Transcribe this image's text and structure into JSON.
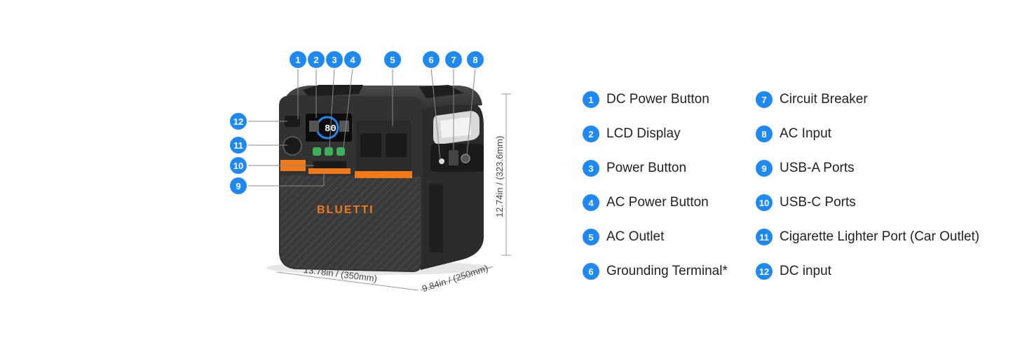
{
  "accent_color": "#1e88f5",
  "product_color": "#f07a1a",
  "product": {
    "logo_text": "BLUETTI",
    "lcd_value": "80"
  },
  "dimensions": {
    "width": "13.78in / (350mm)",
    "depth": "9.84in / (250mm)",
    "height": "12.74in / (323.6mm)"
  },
  "callouts": [
    "1",
    "2",
    "3",
    "4",
    "5",
    "6",
    "7",
    "8",
    "12",
    "11",
    "10",
    "9"
  ],
  "legend": {
    "left": [
      {
        "num": "1",
        "label": "DC Power Button"
      },
      {
        "num": "2",
        "label": "LCD Display"
      },
      {
        "num": "3",
        "label": "Power Button"
      },
      {
        "num": "4",
        "label": "AC Power Button"
      },
      {
        "num": "5",
        "label": "AC Outlet"
      },
      {
        "num": "6",
        "label": "Grounding Terminal*"
      }
    ],
    "right": [
      {
        "num": "7",
        "label": "Circuit Breaker"
      },
      {
        "num": "8",
        "label": "AC Input"
      },
      {
        "num": "9",
        "label": "USB-A Ports"
      },
      {
        "num": "10",
        "label": "USB-C Ports"
      },
      {
        "num": "11",
        "label": "Cigarette Lighter Port (Car Outlet)"
      },
      {
        "num": "12",
        "label": "DC input"
      }
    ]
  }
}
